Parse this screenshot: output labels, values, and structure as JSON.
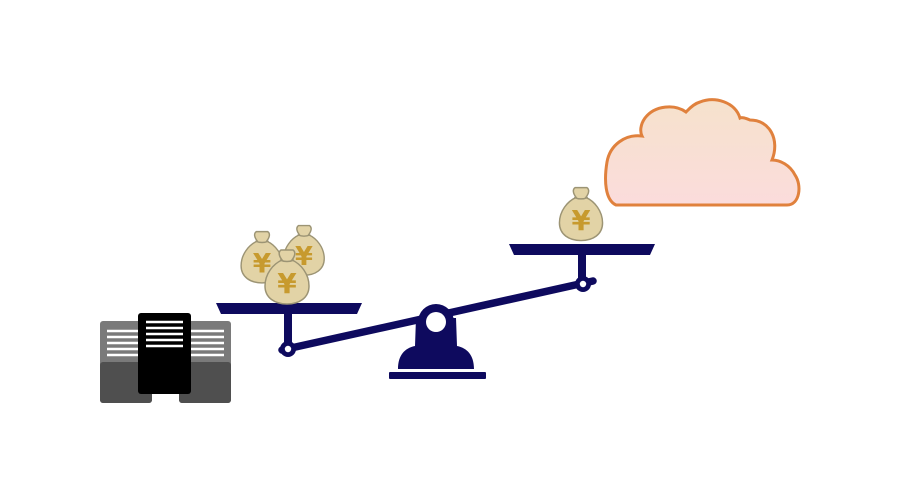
{
  "diagram": {
    "colors": {
      "balance": "#0e0a5e",
      "pivot_hole": "#ffffff",
      "server_dark": "#000000",
      "server_gray": "#7a7a7a",
      "server_gray_dark": "#4f4f4f",
      "server_lines": "#ffffff",
      "bag_fill": "#e2d3a6",
      "bag_stroke": "#9c9474",
      "yen_color": "#c79a2e",
      "cloud_fill_top": "#f6e2cc",
      "cloud_fill_bottom": "#fbdcdc",
      "cloud_stroke": "#e0813d"
    },
    "yen_symbol": "¥",
    "left_side": {
      "icon": "server-rack-icon",
      "money_bags": 3
    },
    "right_side": {
      "icon": "cloud-icon",
      "money_bags": 1
    },
    "balance": {
      "icon": "seesaw-scale-icon",
      "heavier_side": "left"
    }
  }
}
